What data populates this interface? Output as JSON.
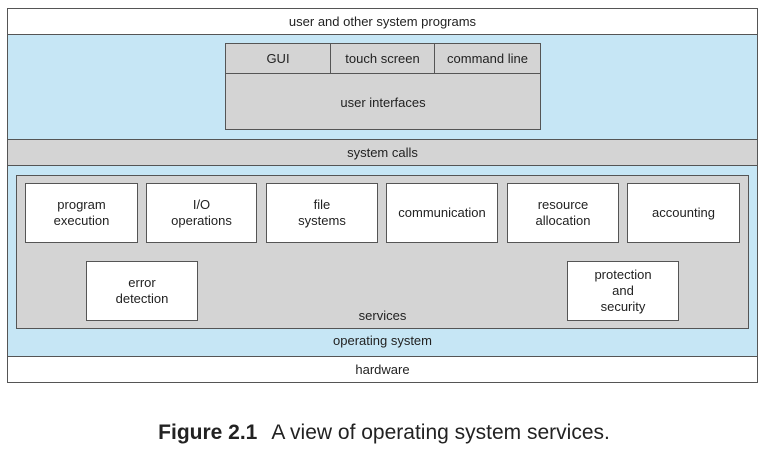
{
  "layers": {
    "top": "user and other system programs",
    "user_interfaces": {
      "items": [
        "GUI",
        "touch screen",
        "command line"
      ],
      "label": "user interfaces"
    },
    "system_calls": "system calls",
    "services": {
      "label": "services",
      "items": [
        "program\nexecution",
        "I/O\noperations",
        "file\nsystems",
        "communication",
        "resource\nallocation",
        "accounting",
        "error\ndetection",
        "protection\nand\nsecurity"
      ]
    },
    "operating_system": "operating system",
    "hardware": "hardware"
  },
  "caption": {
    "figure": "Figure 2.1",
    "text": "A view of operating system services."
  },
  "colors": {
    "os_band": "#c6e6f5",
    "gray_box": "#d4d4d4",
    "border": "#555555"
  }
}
